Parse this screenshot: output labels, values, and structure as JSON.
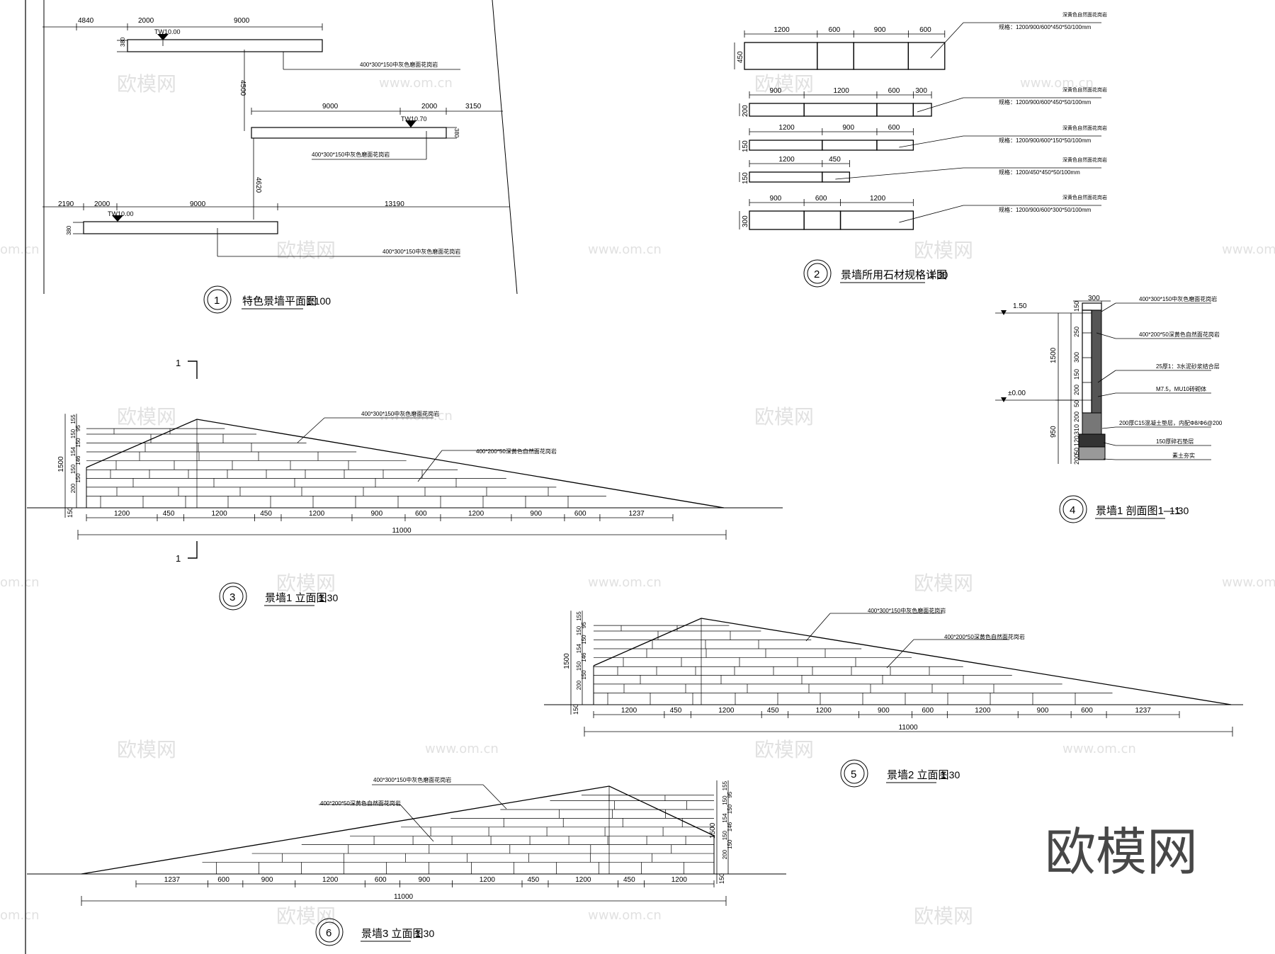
{
  "drawings": {
    "d1": {
      "num": "1",
      "title": "特色景墙平面图",
      "scale": "1:100"
    },
    "d2": {
      "num": "2",
      "title": "景墙所用石材规格详图",
      "scale": "1:30"
    },
    "d3": {
      "num": "3",
      "title": "景墙1 立面图",
      "scale": "1:30"
    },
    "d4": {
      "num": "4",
      "title": "景墙1 剖面图1—1",
      "scale": "1:30"
    },
    "d5": {
      "num": "5",
      "title": "景墙2 立面图",
      "scale": "1:30"
    },
    "d6": {
      "num": "6",
      "title": "景墙3 立面图",
      "scale": "1:30"
    }
  },
  "plan": {
    "top_dims": [
      "4840",
      "2000",
      "9000"
    ],
    "tw1": "TW10.00",
    "mid_dims": [
      "9000",
      "2000",
      "3150"
    ],
    "tw2": "TW10.70",
    "low_dims": [
      "2190",
      "2000",
      "9000",
      "13190"
    ],
    "tw3": "TW10.00",
    "gap1": "4500",
    "gap2": "4620",
    "thick": "380",
    "note": "400*300*150中灰色磨面花岗岩"
  },
  "stones": {
    "s1": {
      "dims": [
        "1200",
        "600",
        "900",
        "600"
      ],
      "h": "450",
      "note1": "深黄色自然面花岗岩",
      "note2": "规格：1200/900/600*450*50/100mm"
    },
    "s2": {
      "dims": [
        "900",
        "1200",
        "600",
        "300"
      ],
      "h": "200",
      "note1": "深黄色自然面花岗岩",
      "note2": "规格：1200/900/600*450*50/100mm"
    },
    "s3": {
      "dims": [
        "1200",
        "900",
        "600"
      ],
      "h": "150",
      "note1": "深黄色自然面花岗岩",
      "note2": "规格：1200/900/600*150*50/100mm"
    },
    "s4": {
      "dims": [
        "1200",
        "450"
      ],
      "h": "150",
      "note1": "深黄色自然面花岗岩",
      "note2": "规格：1200/450*450*50/100mm"
    },
    "s5": {
      "dims": [
        "900",
        "600",
        "1200"
      ],
      "h": "300",
      "note1": "深黄色自然面花岗岩",
      "note2": "规格：1200/900/600*300*50/100mm"
    }
  },
  "section": {
    "top_w": "300",
    "lev1": "1.50",
    "lev0": "±0.00",
    "h_above": "1500",
    "h_below": "950",
    "right_dims": [
      "150",
      "250",
      "300",
      "150",
      "200",
      "50"
    ],
    "below_dims": [
      "200",
      "310",
      "120",
      "50",
      "200"
    ],
    "notes": [
      "400*300*150中灰色磨面花岗岩",
      "400*200*50深黄色自然面花岗岩",
      "25厚1：3水泥砂浆结合层",
      "M7.5，MU10砖砌体",
      "200厚C15混凝土垫层，内配Φ8/Φ6@200",
      "150厚碎石垫层",
      "素土夯实"
    ]
  },
  "elevation": {
    "bottom_dims": [
      "1200",
      "450",
      "1200",
      "450",
      "1200",
      "900",
      "600",
      "1200",
      "900",
      "600",
      "1237"
    ],
    "bottom_dims_rev": [
      "1237",
      "600",
      "900",
      "1200",
      "600",
      "900",
      "1200",
      "450",
      "1200",
      "450",
      "1200"
    ],
    "total": "11000",
    "height": "1500",
    "left_dims": [
      "155",
      "95",
      "150",
      "150",
      "154",
      "146",
      "150",
      "150",
      "200"
    ],
    "base": "150",
    "cap_note": "400*300*150中灰色磨面花岗岩",
    "face_note": "400*200*50深黄色自然面花岗岩",
    "cut_label": "1"
  },
  "watermark": {
    "brand": "欧模网",
    "site": "www.om.cn",
    "site_short": "om.cn"
  }
}
